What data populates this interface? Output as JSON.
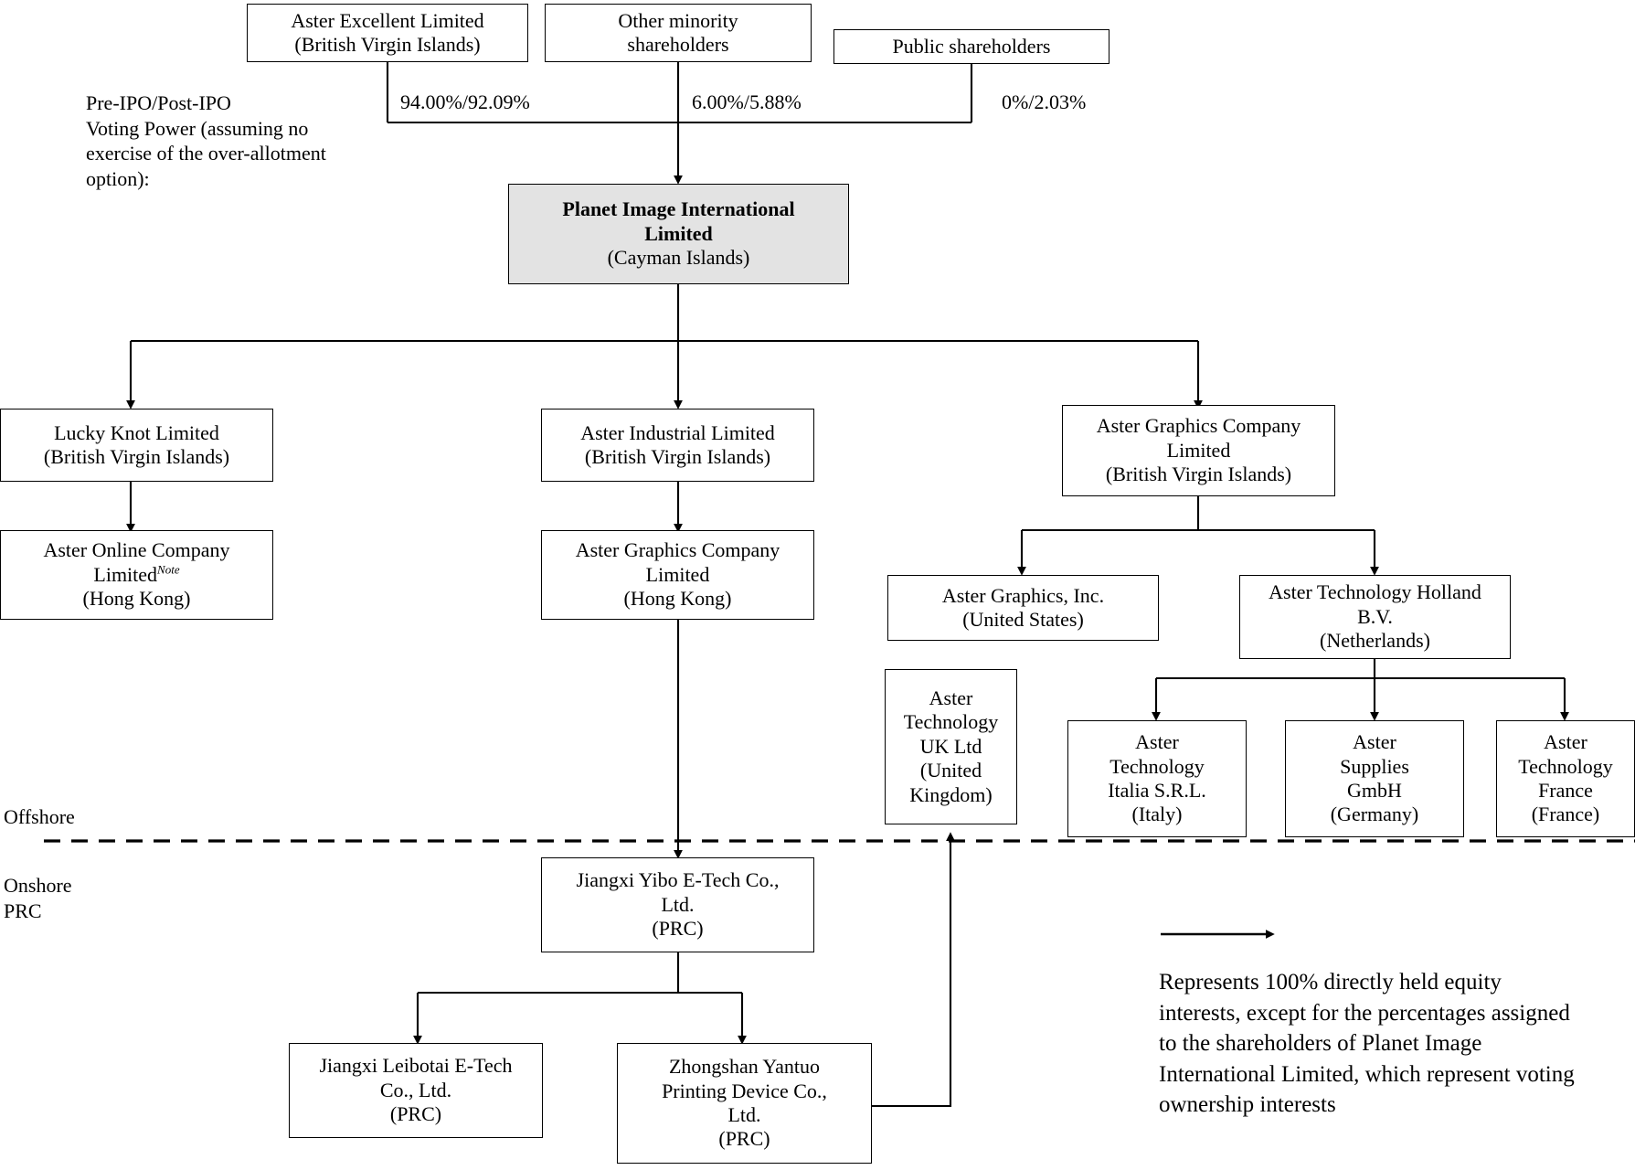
{
  "chart_data": {
    "type": "diagram",
    "title": "Planet Image International Limited corporate structure",
    "legend_note": "Represents 100% directly held equity interests, except for the percentages assigned to the shareholders of Planet Image International Limited, which represent voting ownership interests"
  },
  "annotations": {
    "voting_power_label": "Pre-IPO/Post-IPO\nVoting Power (assuming no\nexercise of the over-allotment\noption):",
    "offshore_label": "Offshore",
    "onshore_label": "Onshore\nPRC"
  },
  "percentages": {
    "aster_excellent": "94.00%/92.09%",
    "other_minority": "6.00%/5.88%",
    "public": "0%/2.03%"
  },
  "nodes": {
    "aster_excellent": {
      "line1": "Aster Excellent Limited",
      "line2": "(British Virgin Islands)"
    },
    "other_minority": {
      "line1": "Other minority",
      "line2": "shareholders"
    },
    "public_shareholders": {
      "line1": "Public shareholders"
    },
    "planet_image": {
      "line1": "Planet Image International",
      "line2": "Limited",
      "line3": "(Cayman Islands)"
    },
    "lucky_knot": {
      "line1": "Lucky Knot Limited",
      "line2": "(British Virgin Islands)"
    },
    "aster_industrial": {
      "line1": "Aster Industrial Limited",
      "line2": "(British Virgin Islands)"
    },
    "aster_graphics_bvi": {
      "line1": "Aster Graphics Company",
      "line2": "Limited",
      "line3": "(British Virgin Islands)"
    },
    "aster_online": {
      "line1": "Aster Online Company",
      "line2": "Limited",
      "note": "Note",
      "line3": "(Hong Kong)"
    },
    "aster_graphics_hk": {
      "line1": "Aster Graphics Company",
      "line2": "Limited",
      "line3": "(Hong Kong)"
    },
    "aster_graphics_inc": {
      "line1": "Aster Graphics, Inc.",
      "line2": "(United States)"
    },
    "aster_tech_holland": {
      "line1": "Aster Technology Holland",
      "line2": "B.V.",
      "line3": "(Netherlands)"
    },
    "aster_tech_uk": {
      "line1": "Aster",
      "line2": "Technology",
      "line3": "UK Ltd",
      "line4": "(United",
      "line5": "Kingdom)"
    },
    "aster_tech_italia": {
      "line1": "Aster",
      "line2": "Technology",
      "line3": "Italia S.R.L.",
      "line4": "(Italy)"
    },
    "aster_supplies_gmbh": {
      "line1": "Aster",
      "line2": "Supplies",
      "line3": "GmbH",
      "line4": "(Germany)"
    },
    "aster_tech_france": {
      "line1": "Aster",
      "line2": "Technology",
      "line3": "France",
      "line4": "(France)"
    },
    "jiangxi_yibo": {
      "line1": "Jiangxi Yibo E-Tech Co.,",
      "line2": "Ltd.",
      "line3": "(PRC)"
    },
    "jiangxi_leibotai": {
      "line1": "Jiangxi Leibotai E-Tech",
      "line2": "Co., Ltd.",
      "line3": "(PRC)"
    },
    "zhongshan_yantuo": {
      "line1": "Zhongshan Yantuo",
      "line2": "Printing Device Co.,",
      "line3": "Ltd.",
      "line4": "(PRC)"
    }
  },
  "legend": {
    "text": "Represents 100% directly held equity interests, except for the percentages assigned to the shareholders of Planet Image International Limited, which represent voting ownership interests"
  },
  "colors": {
    "line": "#000000",
    "shaded_fill": "#e3e3e3",
    "background": "#ffffff"
  }
}
